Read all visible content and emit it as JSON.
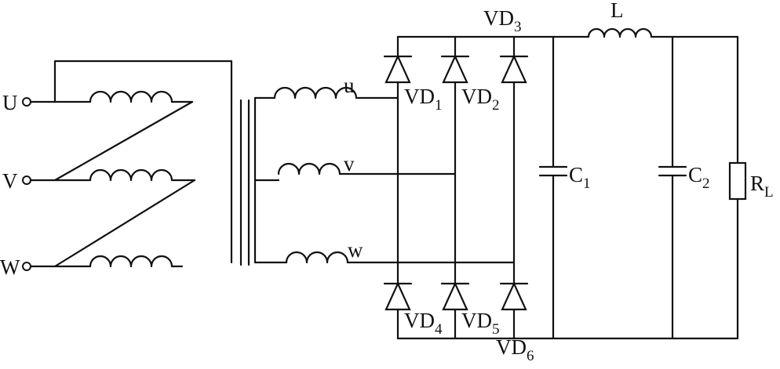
{
  "diagram": {
    "inputs": {
      "u_terminal": "U",
      "v_terminal": "V",
      "w_terminal": "W"
    },
    "secondary": {
      "u": "u",
      "v": "v",
      "w": "w"
    },
    "diodes": {
      "vd1": {
        "main": "VD",
        "sub": "1"
      },
      "vd2": {
        "main": "VD",
        "sub": "2"
      },
      "vd3": {
        "main": "VD",
        "sub": "3"
      },
      "vd4": {
        "main": "VD",
        "sub": "4"
      },
      "vd5": {
        "main": "VD",
        "sub": "5"
      },
      "vd6": {
        "main": "VD",
        "sub": "6"
      }
    },
    "inductor": "L",
    "c1": {
      "main": "C",
      "sub": "1"
    },
    "c2": {
      "main": "C",
      "sub": "2"
    },
    "load": {
      "main": "R",
      "sub": "L"
    }
  }
}
